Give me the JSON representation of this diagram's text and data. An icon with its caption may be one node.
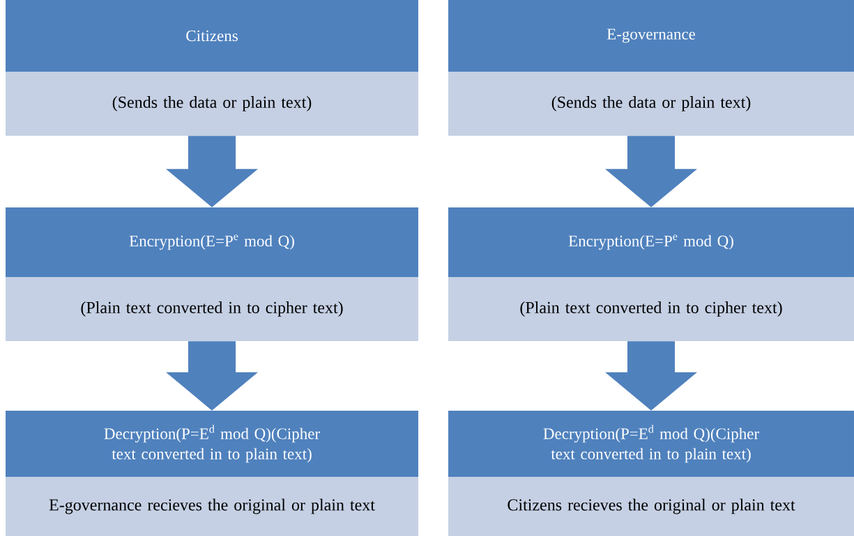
{
  "diagram": {
    "nodes": [
      {
        "text": [
          "Citizens",
          "(Sends the data or plain text)"
        ]
      },
      {
        "text": [
          "Encryption(E=P$^{e}$ mod Q)",
          "(Plain text converted in to cipher text)"
        ]
      },
      {
        "text": [
          "Decryption(P=E$^{d}$ mod Q)(Cipher text converted in to plain text)",
          "E-governance recieves the original or plain text"
        ]
      },
      {
        "text": [
          "E-governance",
          "(Sends the data or plain text)"
        ]
      },
      {
        "text": [
          "Encryption(E=P$^{e}$ mod Q)",
          "(Plain text converted in to cipher text)"
        ]
      },
      {
        "text": [
          "Decryption(P=E$^{d}$ mod Q)(Cipher text converted in to plain text)",
          "Citizens recieves the original or plain text"
        ]
      }
    ],
    "edges": [
      {
        "from": 0,
        "to": 1,
        "arrow": "to"
      },
      {
        "from": 1,
        "to": 2,
        "arrow": "to"
      },
      {
        "from": 3,
        "to": 4,
        "arrow": "to"
      },
      {
        "from": 4,
        "to": 5,
        "arrow": "to"
      }
    ]
  }
}
